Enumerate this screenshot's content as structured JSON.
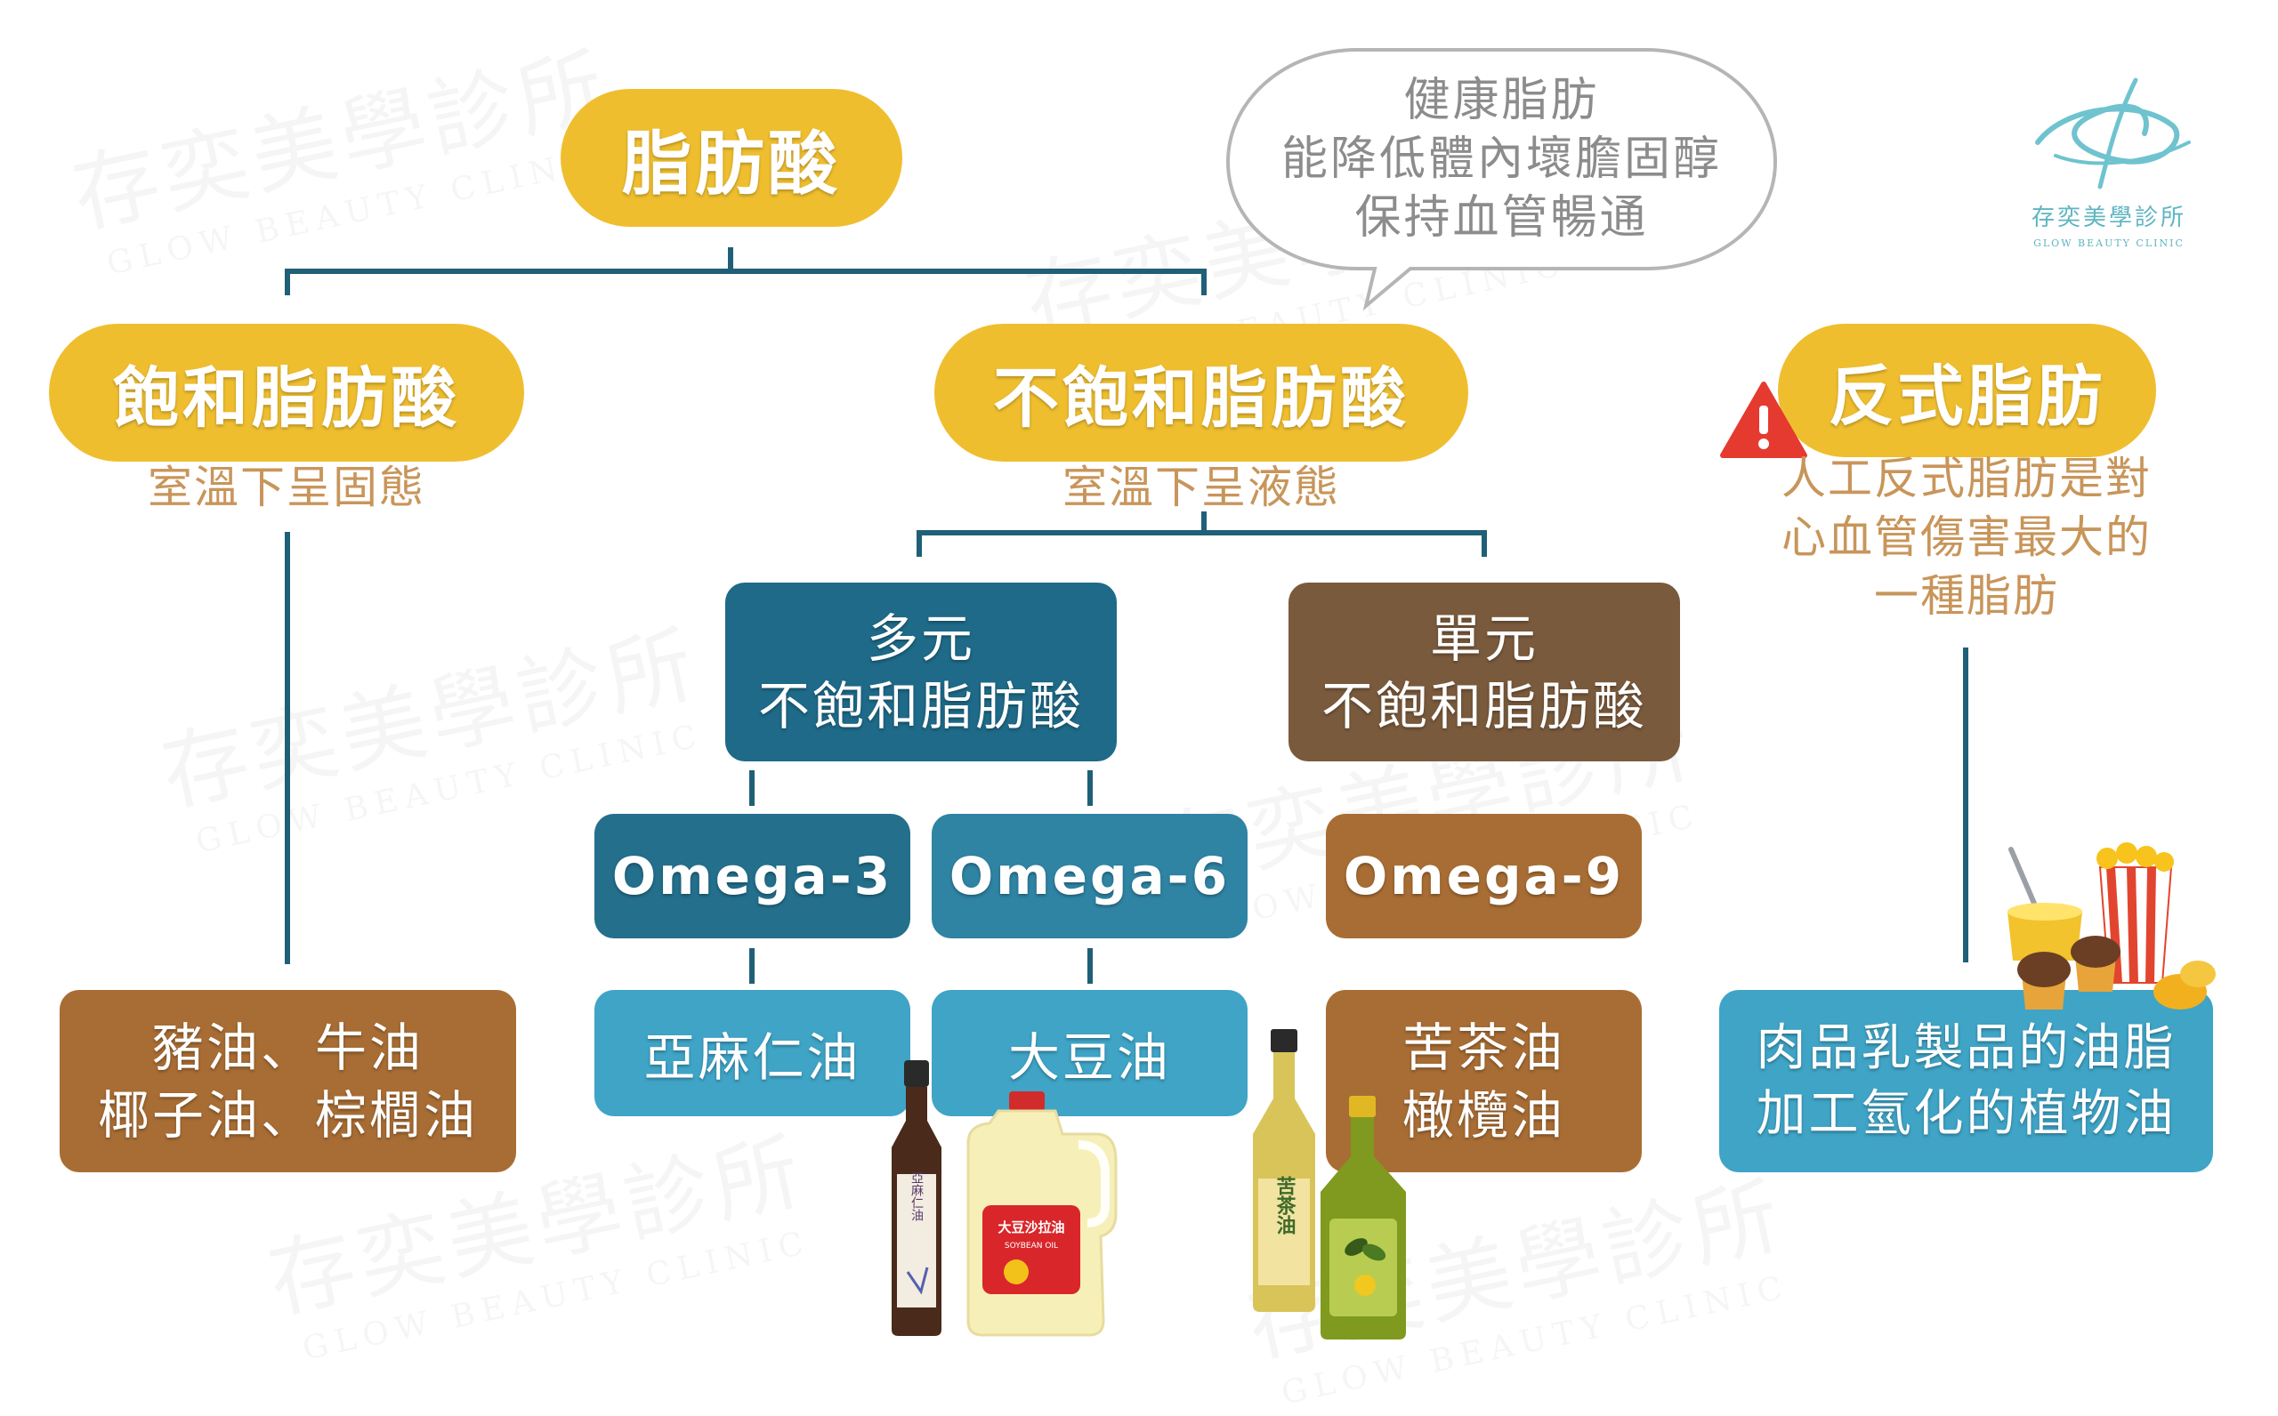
{
  "watermark": {
    "text": "存奕美學診所",
    "sub": "GLOW BEAUTY CLINIC"
  },
  "logo": {
    "name": "存奕美學診所",
    "sub": "GLOW BEAUTY CLINIC"
  },
  "root": {
    "label": "脂肪酸"
  },
  "speech_bubble": {
    "lines": [
      "健康脂肪",
      "能降低體內壞膽固醇",
      "保持血管暢通"
    ]
  },
  "saturated": {
    "label": "飽和脂肪酸",
    "note": "室溫下呈固態",
    "examples": [
      "豬油、牛油",
      "椰子油、棕櫚油"
    ]
  },
  "unsaturated": {
    "label": "不飽和脂肪酸",
    "note": "室溫下呈液態"
  },
  "poly": {
    "lines": [
      "多元",
      "不飽和脂肪酸"
    ]
  },
  "mono": {
    "lines": [
      "單元",
      "不飽和脂肪酸"
    ]
  },
  "omega3": {
    "label": "Omega-3",
    "food": "亞麻仁油"
  },
  "omega6": {
    "label": "Omega-6",
    "food": "大豆油"
  },
  "omega9": {
    "label": "Omega-9",
    "foods": [
      "苦茶油",
      "橄欖油"
    ]
  },
  "trans": {
    "label": "反式脂肪",
    "warning": [
      "人工反式脂肪是對",
      "心血管傷害最大的",
      "一種脂肪"
    ],
    "examples": [
      "肉品乳製品的油脂",
      "加工氫化的植物油"
    ]
  },
  "bottles": {
    "flax_label": "亞麻仁油",
    "soy_label": "大豆沙拉油",
    "soy_sub": "SOYBEAN OIL",
    "tea_label": "苦茶油"
  },
  "colors": {
    "gold": "#efbe2f",
    "dark_teal": "#1e6a88",
    "teal": "#3b9bbd",
    "light_teal": "#3fa4c6",
    "brown": "#7a5a3c",
    "orange_brown": "#a86d34",
    "line": "#1f5f78",
    "tan_text": "#c8955a"
  }
}
